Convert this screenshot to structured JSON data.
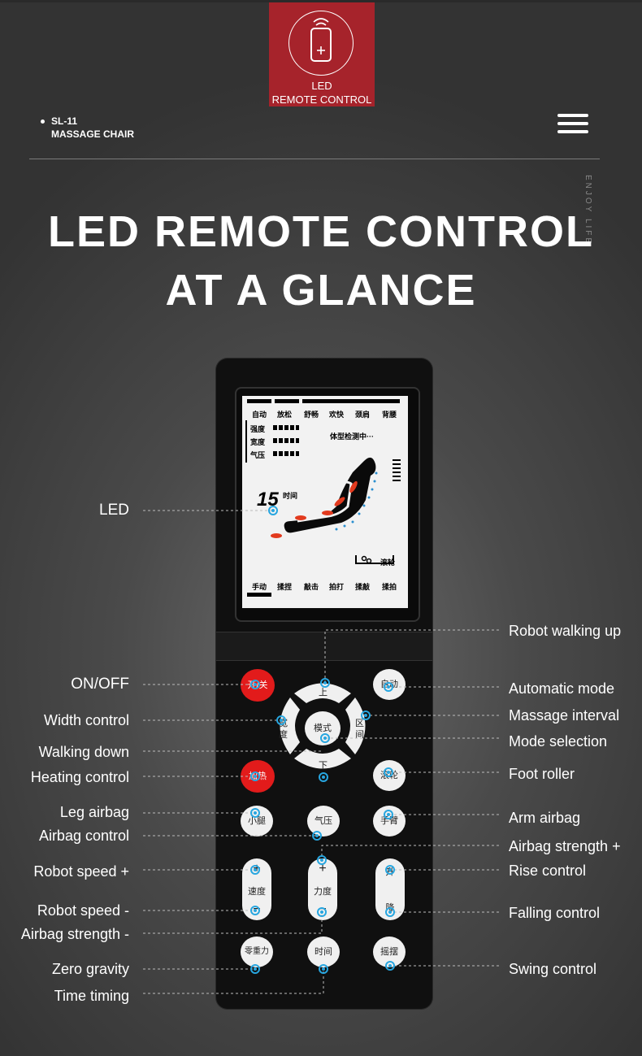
{
  "badge": {
    "icon": "remote-icon",
    "line1": "LED",
    "line2": "REMOTE CONTROL",
    "color": "#a6232b"
  },
  "brand": {
    "model": "SL-11",
    "product": "MASSAGE CHAIR"
  },
  "side_text": "ENJOY LIFE",
  "title": {
    "line1": "LED REMOTE CONTROL",
    "line2": "AT A GLANCE"
  },
  "lcd": {
    "top_modes": [
      "自动",
      "放松",
      "舒畅",
      "欢快",
      "颈肩",
      "背腰"
    ],
    "levels": [
      "强度",
      "宽度",
      "气压"
    ],
    "status": "体型检测中···",
    "timer_value": "15",
    "timer_label": "时间",
    "roller_label": "滚轮",
    "bottom_modes": [
      "手动",
      "揉捏",
      "敲击",
      "拍打",
      "揉敲",
      "揉拍"
    ]
  },
  "buttons": {
    "power": "开/关",
    "auto": "自动",
    "up": "上",
    "down": "下",
    "mode": "模式",
    "width": "宽度",
    "interval": "区间",
    "heat": "加热",
    "roller": "滚轮",
    "leg": "小腿",
    "airbag": "气压",
    "arm": "手臂",
    "speed_plus": "+",
    "speed": "速度",
    "speed_minus": "−",
    "force_plus": "+",
    "force": "力度",
    "force_minus": "−",
    "rise": "升",
    "fall": "降",
    "zero_gravity": "零重力",
    "time": "时间",
    "swing": "摇摆"
  },
  "labels_left": {
    "led": "LED",
    "onoff": "ON/OFF",
    "width": "Width control",
    "walk_down": "Walking down",
    "heat": "Heating control",
    "leg": "Leg airbag",
    "airbag": "Airbag control",
    "speed_plus": "Robot speed +",
    "speed_minus": "Robot speed -",
    "strength_minus": "Airbag strength -",
    "zero": "Zero gravity",
    "timing": "Time timing"
  },
  "labels_right": {
    "walk_up": "Robot walking up",
    "auto": "Automatic mode",
    "interval": "Massage interval",
    "mode": "Mode selection",
    "roller": "Foot roller",
    "arm": "Arm airbag",
    "strength_plus": "Airbag strength +",
    "rise": "Rise control",
    "fall": "Falling control",
    "swing": "Swing control"
  },
  "colors": {
    "accent_red": "#e21b1b",
    "marker_blue": "#27a6e0"
  }
}
